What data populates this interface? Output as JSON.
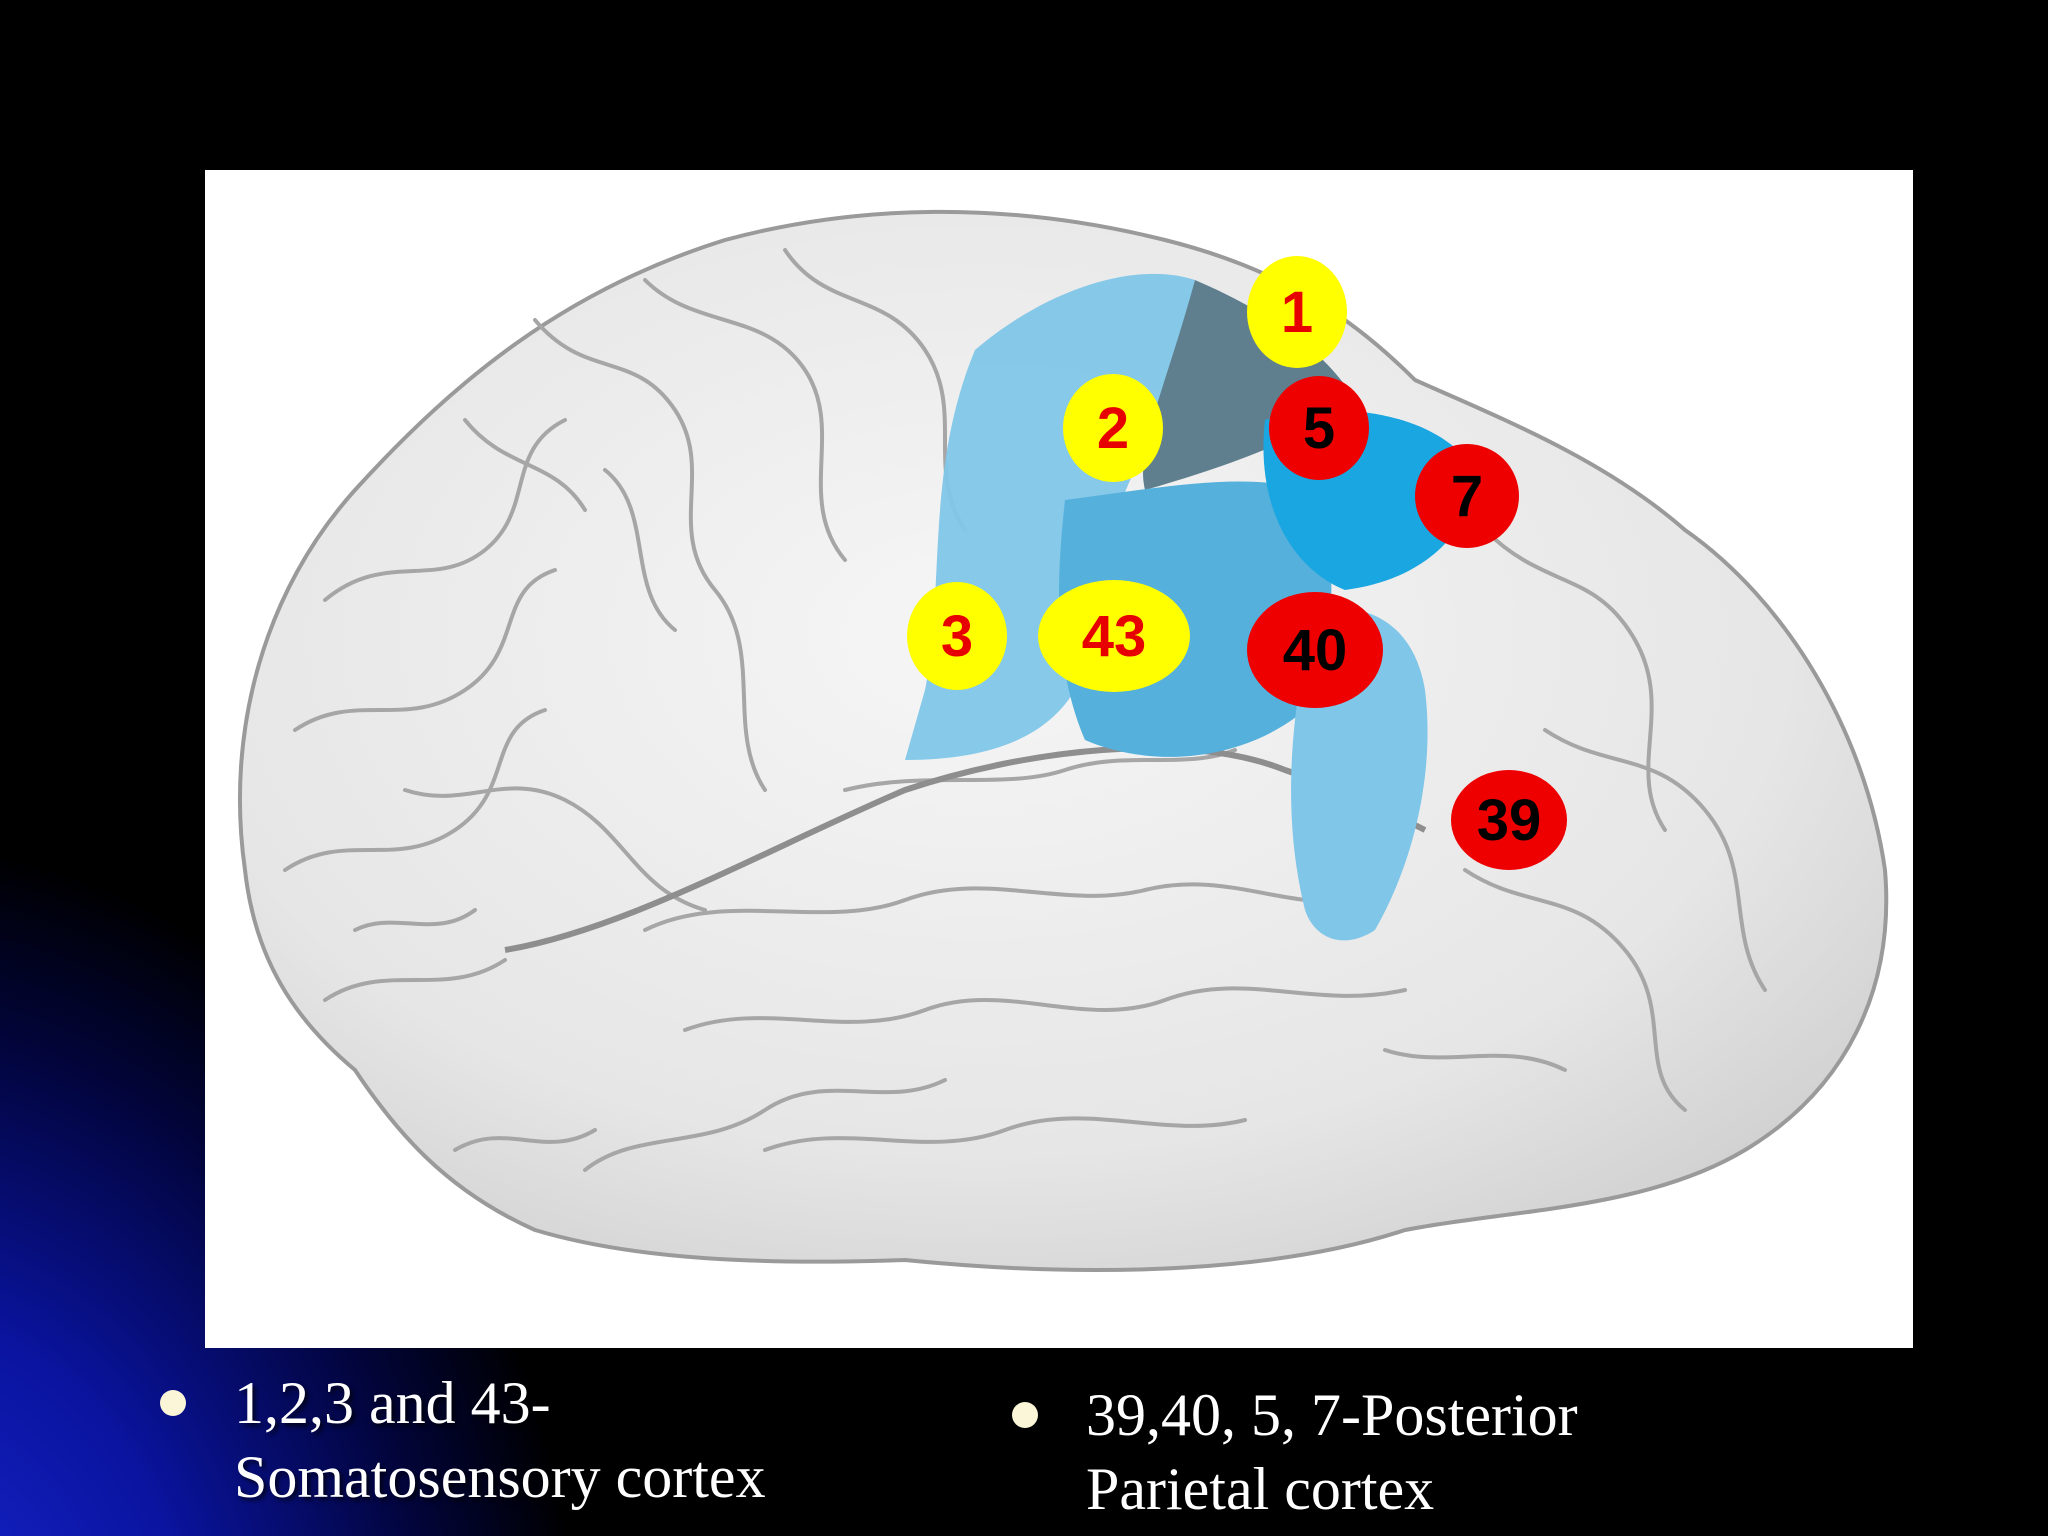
{
  "slide": {
    "accent_color": "#0a14a0",
    "background_color": "#000000"
  },
  "diagram": {
    "areas": [
      {
        "label": "1",
        "group": "somatosensory",
        "fill": "#ffff00",
        "text_color": "#e60000"
      },
      {
        "label": "2",
        "group": "somatosensory",
        "fill": "#ffff00",
        "text_color": "#e60000"
      },
      {
        "label": "3",
        "group": "somatosensory",
        "fill": "#ffff00",
        "text_color": "#e60000"
      },
      {
        "label": "43",
        "group": "somatosensory",
        "fill": "#ffff00",
        "text_color": "#e60000"
      },
      {
        "label": "5",
        "group": "posterior-parietal",
        "fill": "#ee0000",
        "text_color": "#000000"
      },
      {
        "label": "7",
        "group": "posterior-parietal",
        "fill": "#ee0000",
        "text_color": "#000000"
      },
      {
        "label": "40",
        "group": "posterior-parietal",
        "fill": "#ee0000",
        "text_color": "#000000"
      },
      {
        "label": "39",
        "group": "posterior-parietal",
        "fill": "#ee0000",
        "text_color": "#000000"
      }
    ]
  },
  "bullets": [
    {
      "line1": "1,2,3 and 43-",
      "line2": "Somatosensory cortex"
    },
    {
      "line1": "39,40, 5, 7-Posterior",
      "line2": "Parietal cortex"
    }
  ]
}
